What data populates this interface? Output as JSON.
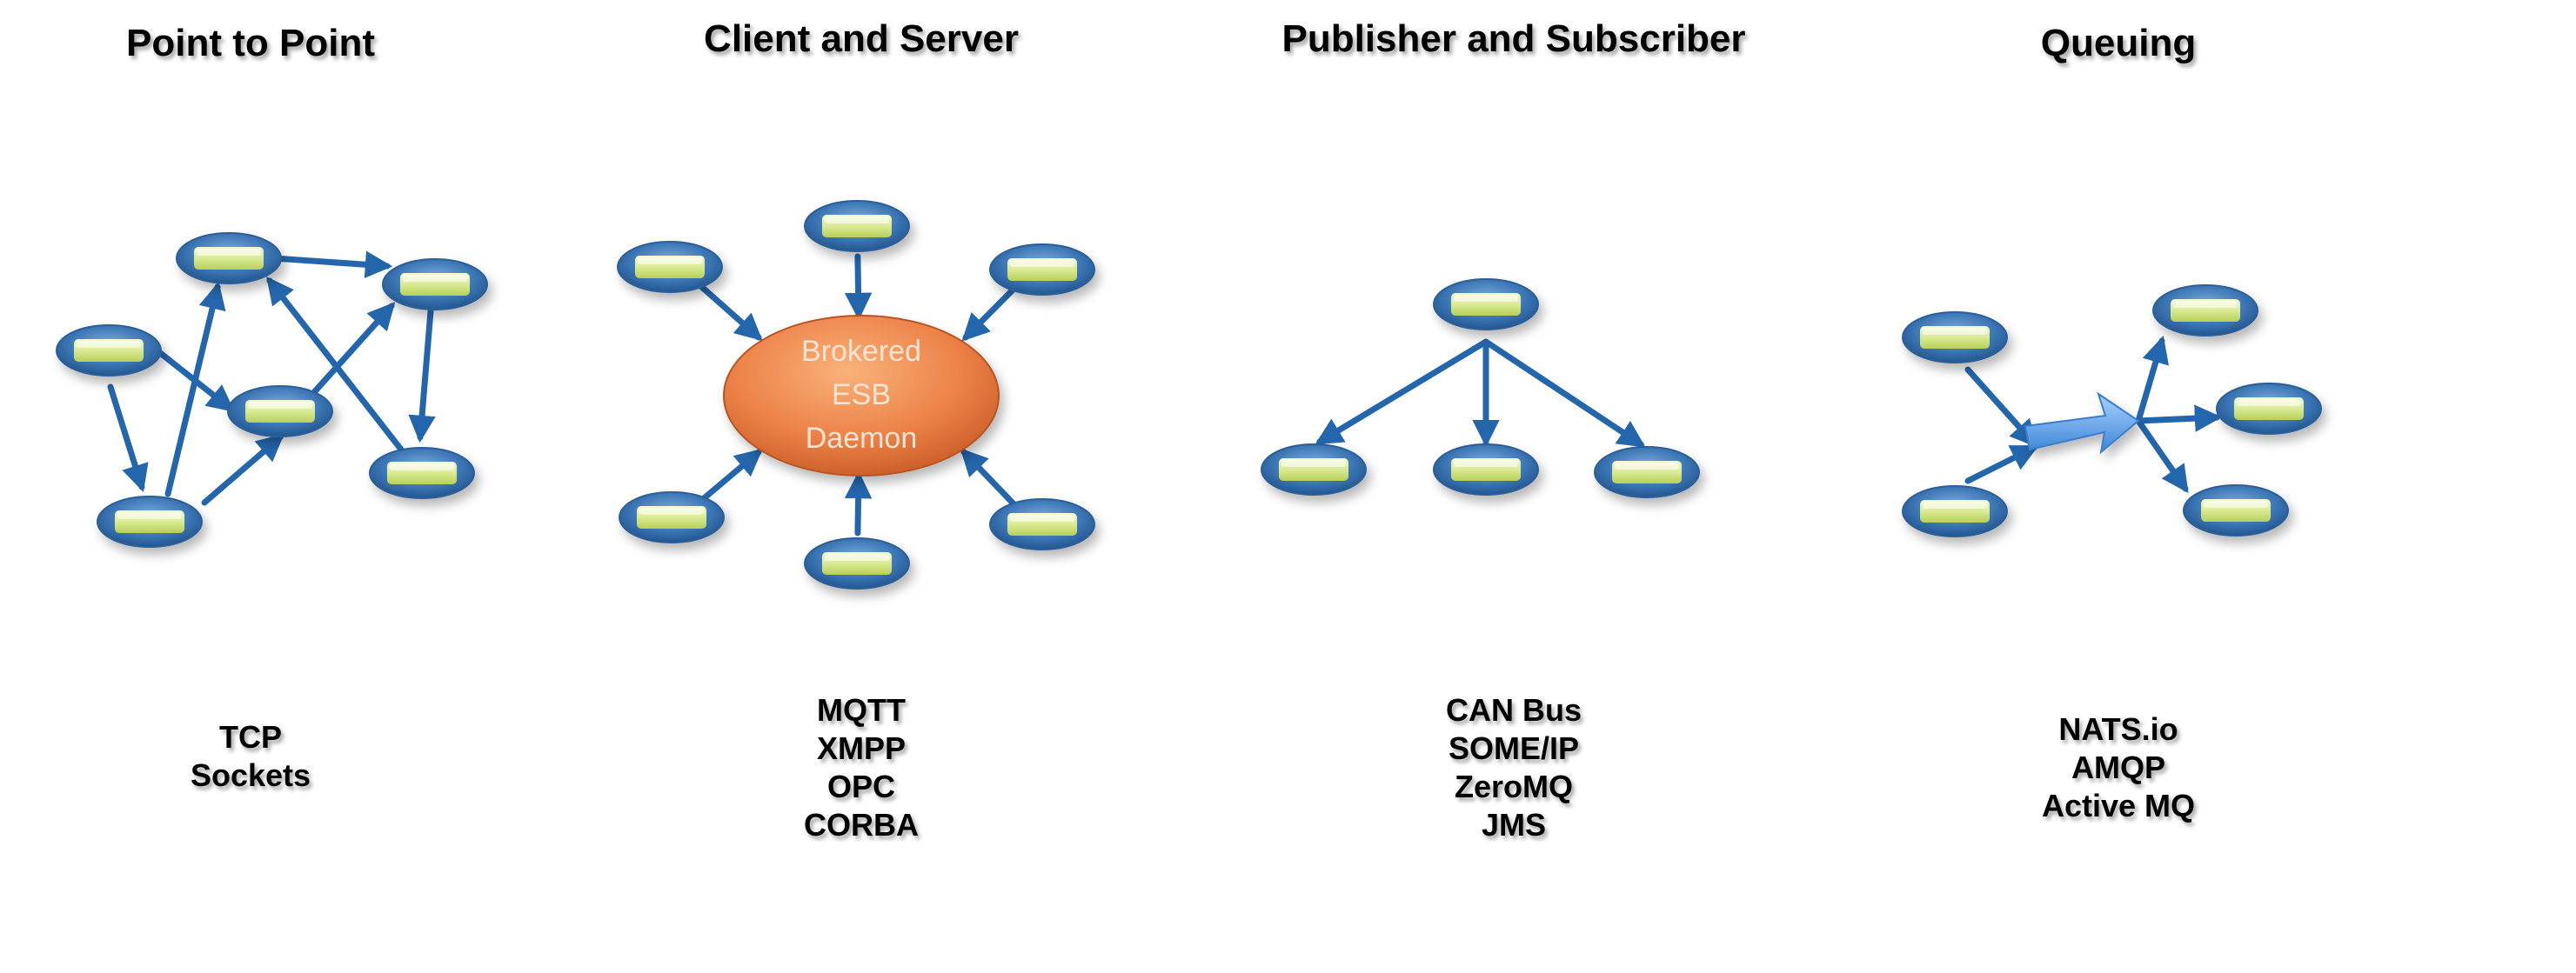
{
  "panels": [
    {
      "title": "Point to Point",
      "protocols": [
        "TCP",
        "Sockets"
      ]
    },
    {
      "title": "Client and Server",
      "broker_label": [
        "Brokered",
        "ESB",
        "Daemon"
      ],
      "protocols": [
        "MQTT",
        "XMPP",
        "OPC",
        "CORBA"
      ]
    },
    {
      "title": "Publisher and Subscriber",
      "protocols": [
        "CAN Bus",
        "SOME/IP",
        "ZeroMQ",
        "JMS"
      ]
    },
    {
      "title": "Queuing",
      "protocols": [
        "NATS.io",
        "AMQP",
        "Active MQ"
      ]
    }
  ],
  "colors": {
    "arrow": "#2466ac",
    "node_rim": "#2c5f97",
    "node_face": "#d9ea9a",
    "broker_fill": "#ee8a52",
    "broker_text": "#fde4d3",
    "queue_arrow": "#5b9ee6"
  }
}
